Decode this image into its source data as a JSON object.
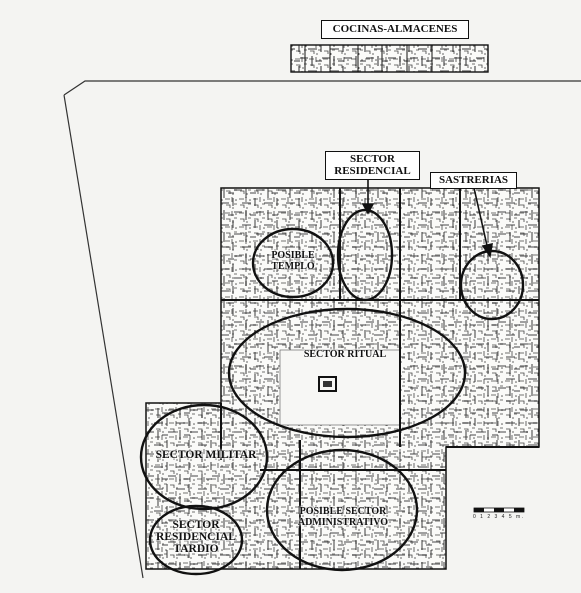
{
  "labels": {
    "cocinas": "COCINAS-ALMACENES",
    "sector_residencial": "SECTOR\nRESIDENCIAL",
    "sastrerias": "SASTRERIAS",
    "posible_templo": "POSIBLE\nTEMPLO",
    "sector_ritual": "SECTOR  RITUAL",
    "sector_militar": "SECTOR  MILITAR",
    "posible_sector_administrativo": "POSIBLE SECTOR\nADMINISTRATIVO",
    "sector_residencial_tardio": "SECTOR\nRESIDENCIAL\nTARDIO"
  },
  "scale": {
    "ticks": "0  1  2  3  4  5 m."
  },
  "colors": {
    "ink": "#111111",
    "paper": "#f4f4f2",
    "sheet": "#ffffff"
  }
}
